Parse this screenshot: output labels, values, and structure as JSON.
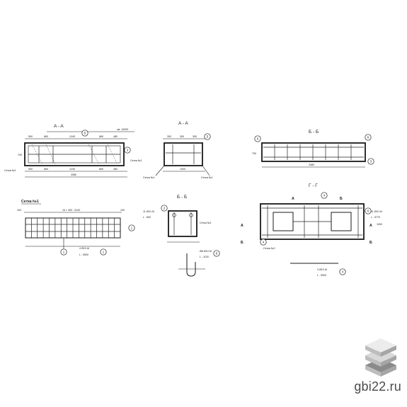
{
  "sections": {
    "aa_main": "A - A",
    "aa_small": "A - A",
    "bb_right": "Б - Б",
    "bb_small": "Б - Б",
    "gg": "Г - Г"
  },
  "grid_title": "Сетка №1",
  "notes": {
    "top_note": "см. 10000",
    "aa_left_label": "Сетка №1",
    "aa_right_label": "Сетка №1",
    "aa_small_label_left": "Сетка №1",
    "aa_small_label_right": "Сетка №1",
    "grid_formula": "16 × 300 - 5100",
    "grid_bar_spec": "4 Ø10 АI",
    "grid_bar_len": "L - 5500",
    "bb_small_spec": "11 Ø10 АI",
    "bb_small_len": "L - 600",
    "bb_small_label": "Сетка №1",
    "hook_spec": "Ø8 Ø10 АI",
    "hook_len": "L - 1100",
    "gg_spec": "11 Ø10 АI",
    "gg_len": "L - 5770",
    "gg_bottom_spec": "3 Ø10 АI",
    "gg_bottom_len": "L - 5900",
    "gg_label": "Сетка №2"
  },
  "dims": {
    "aa_top": [
      "500",
      "660",
      "1240",
      "660",
      "480"
    ],
    "aa_bottom": [
      "500",
      "660",
      "1240",
      "660",
      "480"
    ],
    "aa_total": "3380",
    "aa_height": "700",
    "aa_small_top": [
      "300",
      "300",
      "300"
    ],
    "aa_small_total": "1000",
    "bb_total": "3380",
    "bb_height": "700",
    "gg_height": "1000",
    "grid_left": "100",
    "grid_right": "100"
  },
  "markers": {
    "m1": "1",
    "m2": "2",
    "m3": "3",
    "m4": "4",
    "m5": "5",
    "m6": "6"
  },
  "cut_marks": {
    "a": "A",
    "b": "Б"
  },
  "site": "gbi22.ru",
  "colors": {
    "ink": "#1a1a1a",
    "paper": "#ffffff",
    "logo_light": "#e4e4e4",
    "logo_mid": "#bdbdbd",
    "logo_dark": "#8a8a8a",
    "site_text": "#4a4a4a"
  }
}
